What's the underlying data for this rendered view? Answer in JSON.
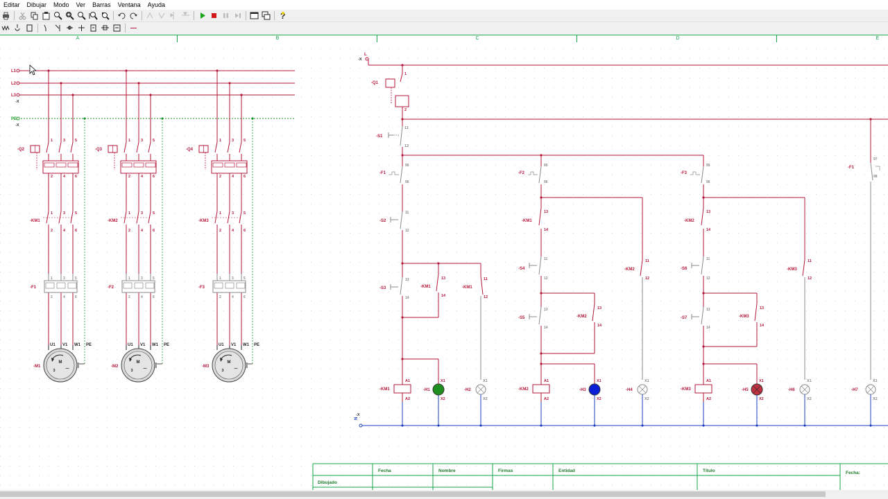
{
  "menu": [
    "Editar",
    "Dibujar",
    "Modo",
    "Ver",
    "Barras",
    "Ventana",
    "Ayuda"
  ],
  "toolbar1": [
    {
      "name": "print",
      "kind": "icon"
    },
    {
      "name": "sep"
    },
    {
      "name": "cut",
      "kind": "icon"
    },
    {
      "name": "copy",
      "kind": "icon"
    },
    {
      "name": "paste",
      "kind": "icon"
    },
    {
      "name": "zoom-window",
      "kind": "icon"
    },
    {
      "name": "zoom-all",
      "kind": "icon"
    },
    {
      "name": "zoom",
      "kind": "icon"
    },
    {
      "name": "zoom-page",
      "kind": "icon"
    },
    {
      "name": "zoom-prev",
      "kind": "icon"
    },
    {
      "name": "sep"
    },
    {
      "name": "undo",
      "kind": "icon"
    },
    {
      "name": "redo",
      "kind": "icon"
    },
    {
      "name": "sep"
    },
    {
      "name": "rotate-left",
      "kind": "icon"
    },
    {
      "name": "rotate-right",
      "kind": "icon"
    },
    {
      "name": "mirror-h",
      "kind": "icon"
    },
    {
      "name": "mirror-v",
      "kind": "icon"
    },
    {
      "name": "sep"
    },
    {
      "name": "play",
      "kind": "icon"
    },
    {
      "name": "stop",
      "kind": "icon"
    },
    {
      "name": "pause",
      "kind": "icon"
    },
    {
      "name": "step",
      "kind": "icon"
    },
    {
      "name": "sep"
    },
    {
      "name": "window-1",
      "kind": "icon"
    },
    {
      "name": "window-2",
      "kind": "icon"
    },
    {
      "name": "sep"
    },
    {
      "name": "help",
      "kind": "icon"
    }
  ],
  "toolbar2": [
    {
      "name": "tool-1"
    },
    {
      "name": "tool-2"
    },
    {
      "name": "tool-3"
    },
    {
      "name": "sep"
    },
    {
      "name": "tool-4"
    },
    {
      "name": "tool-5"
    },
    {
      "name": "tool-6"
    },
    {
      "name": "tool-7"
    },
    {
      "name": "tool-8"
    },
    {
      "name": "tool-9"
    },
    {
      "name": "tool-10"
    },
    {
      "name": "sep"
    },
    {
      "name": "tool-11"
    }
  ],
  "ruler": {
    "columns": [
      "A",
      "B",
      "C",
      "D",
      "E"
    ]
  },
  "colors": {
    "red": "#b3173a",
    "gray": "#888888",
    "blue": "#1e3fbf",
    "green": "#1a9a2a",
    "grid": "#e6e6e6",
    "ruler": "#16a34a",
    "lamp_green": "#1f8f1f",
    "lamp_blue": "#0a1fd6",
    "lamp_red": "#c03040"
  },
  "power_labels": {
    "phases": [
      "L1",
      "L2",
      "L3",
      "PE"
    ],
    "xs": [
      "-X",
      "-X"
    ],
    "breakers": [
      "-Q2",
      "-Q3",
      "-Q4"
    ],
    "contactors": [
      "-KM1",
      "-KM2",
      "-KM3"
    ],
    "relays": [
      "-F1",
      "-F2",
      "-F3"
    ],
    "motors": [
      "-M1",
      "-M2",
      "-M3"
    ],
    "terminals": [
      "U1",
      "V1",
      "W1",
      "PE"
    ],
    "poles_top": [
      "1",
      "3",
      "5"
    ],
    "poles_bot": [
      "2",
      "4",
      "6"
    ],
    "motor_m": "M",
    "motor_3": "3",
    "motor_tilde": "~"
  },
  "control_labels": {
    "L": "L",
    "N": "N",
    "X": "-X",
    "Q1": "-Q1",
    "S1": "-S1",
    "S2": "-S2",
    "S3": "-S3",
    "S4": "-S4",
    "S5": "-S5",
    "S6": "-S6",
    "S7": "-S7",
    "F1": "-F1",
    "F2": "-F2",
    "F3": "-F3",
    "KM1": "-KM1",
    "KM2": "-KM2",
    "KM3": "-KM3",
    "H1": "-H1",
    "H2": "-H2",
    "H3": "-H3",
    "H4": "-H4",
    "H5": "-H5",
    "H6": "-H6",
    "H7": "-H7",
    "n1": "1",
    "n2": "2",
    "n11": "11",
    "n12": "12",
    "n13": "13",
    "n14": "14",
    "n95": "95",
    "n96": "96",
    "n97": "97",
    "n98": "98",
    "A1": "A1",
    "A2": "A2",
    "X1": "X1",
    "X2": "X2"
  },
  "title_block": {
    "fecha": "Fecha",
    "nombre": "Nombre",
    "firmas": "Firmas",
    "entidad": "Entidad",
    "titulo": "Título",
    "dibujado": "Dibujado",
    "fecha2": "Fecha:"
  }
}
